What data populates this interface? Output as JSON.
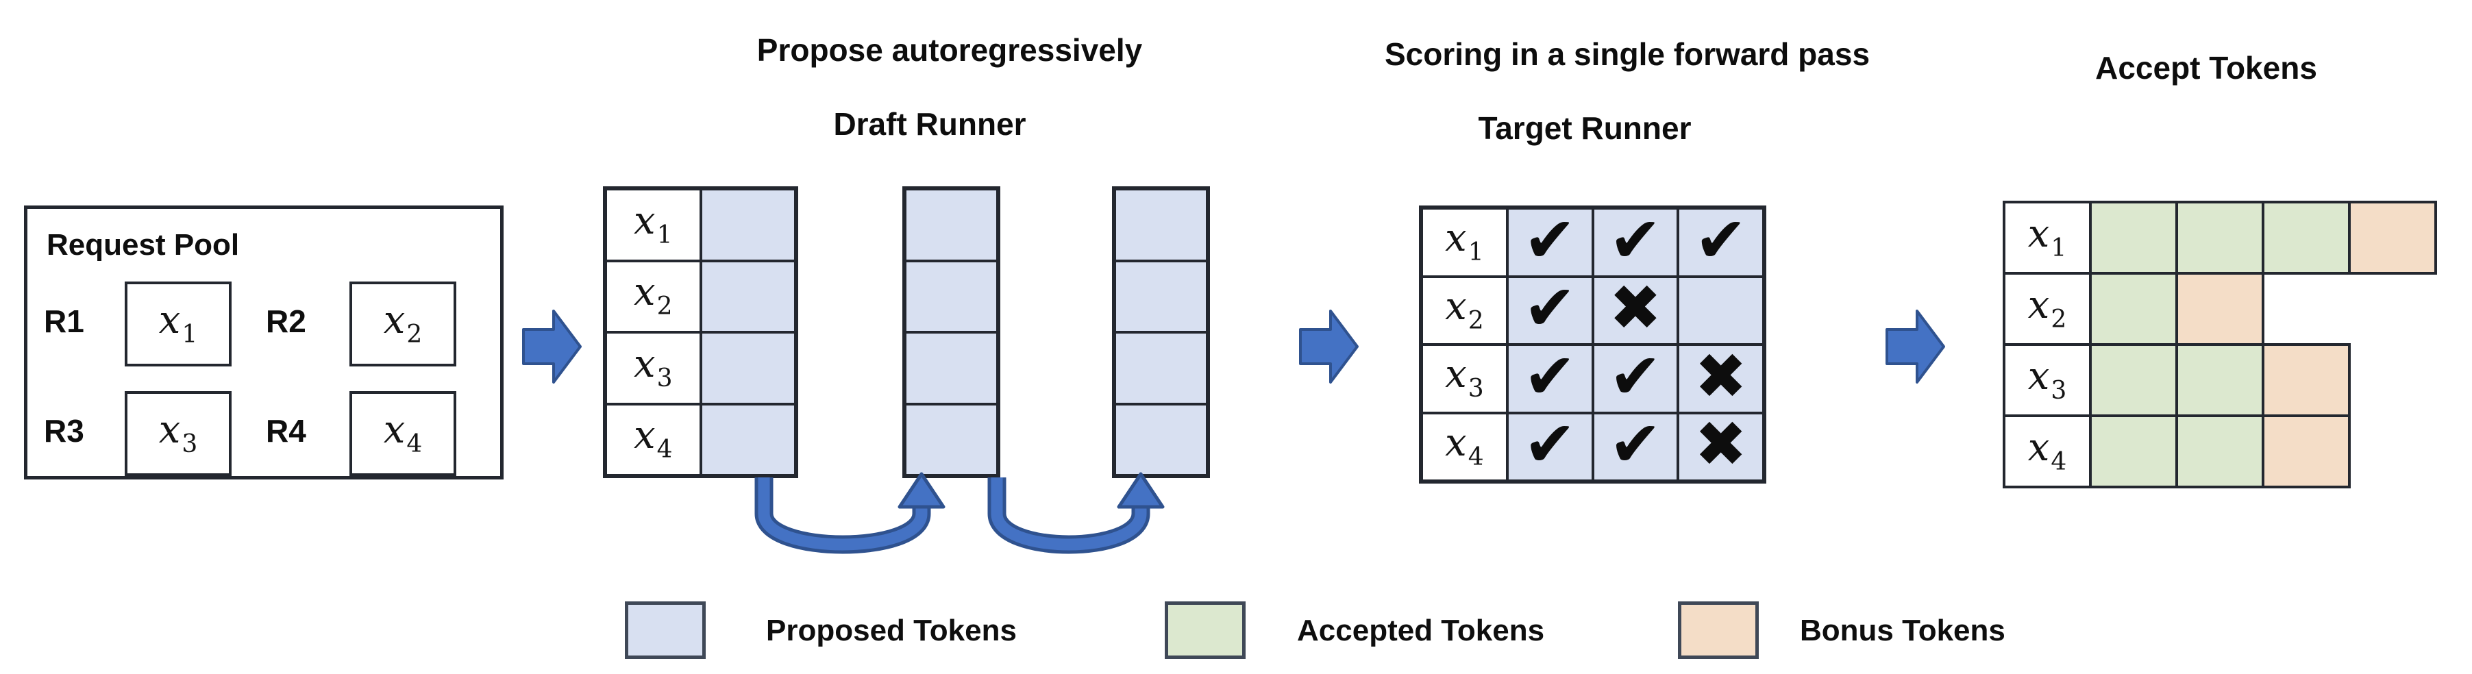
{
  "titles": {
    "draft_step": "Propose autoregressively",
    "draft_runner": "Draft Runner",
    "target_step": "Scoring in a single forward pass",
    "target_runner": "Target Runner",
    "accept": "Accept Tokens"
  },
  "tokens": [
    {
      "base": "x",
      "sub": "1"
    },
    {
      "base": "x",
      "sub": "2"
    },
    {
      "base": "x",
      "sub": "3"
    },
    {
      "base": "x",
      "sub": "4"
    }
  ],
  "request_pool": {
    "title": "Request Pool",
    "request_ids": [
      "R1",
      "R2",
      "R3",
      "R4"
    ]
  },
  "draft_runner": {
    "rows": 4,
    "proposed_columns": 3
  },
  "target_runner": {
    "marks": [
      [
        "✔",
        "✔",
        "✔"
      ],
      [
        "✔",
        "✖",
        ""
      ],
      [
        "✔",
        "✔",
        "✖"
      ],
      [
        "✔",
        "✔",
        "✖"
      ]
    ]
  },
  "accept_tokens": {
    "cells": [
      [
        "accepted",
        "accepted",
        "accepted",
        "bonus"
      ],
      [
        "accepted",
        "bonus"
      ],
      [
        "accepted",
        "accepted",
        "bonus"
      ],
      [
        "accepted",
        "accepted",
        "bonus"
      ]
    ]
  },
  "legend": {
    "proposed_label": "Proposed Tokens",
    "accepted_label": "Accepted Tokens",
    "bonus_label": "Bonus Tokens"
  },
  "colors": {
    "proposed": "#d8e0f1",
    "accepted": "#dce8cf",
    "bonus": "#f4ddc7",
    "arrow_fill": "#4472c4",
    "arrow_stroke": "#2f528f",
    "line": "#23272f"
  }
}
